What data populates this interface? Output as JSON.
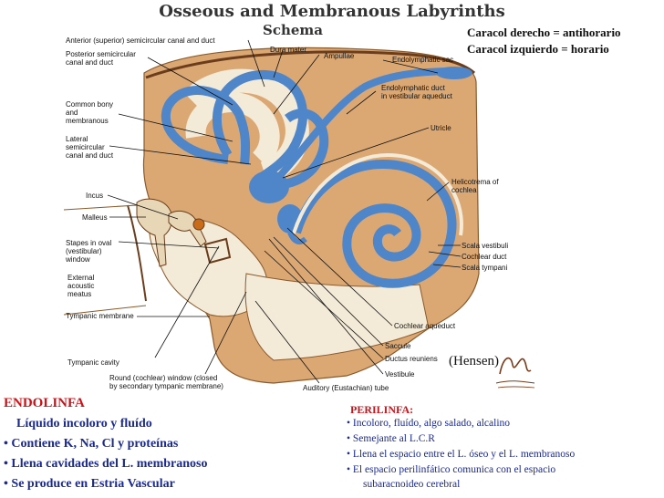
{
  "header": {
    "title": "Osseous and Membranous Labyrinths",
    "subtitle": "Schema"
  },
  "notes": {
    "line1": "Caracol derecho = antihorario",
    "line2": "Caracol izquierdo = horario"
  },
  "labels": {
    "anterior": "Anterior (superior) semicircular canal and duct",
    "posterior": "Posterior semicircular\ncanal and duct",
    "dura": "Dura mater",
    "ampullae": "Ampullae",
    "endolymphatic_sac": "Endolymphatic sac",
    "endolymphatic_duct": "Endolymphatic duct\nin vestibular aqueduct",
    "common_bony": "Common bony\nand\nmembranous",
    "lateral": "Lateral\nsemicircular\ncanal and duct",
    "utricle": "Utricle",
    "helicotrema": "Helicotrema of\ncochlea",
    "incus": "Incus",
    "malleus": "Malleus",
    "stapes": "Stapes in oval\n(vestibular)\nwindow",
    "external": "External\nacoustic\nmeatus",
    "tympanic_membrane": "Tympanic membrane",
    "scala_vestibuli": "Scala vestibuli",
    "cochlear_duct": "Cochlear duct",
    "scala_tympani": "Scala tympani",
    "cochlear_aqueduct": "Cochlear aqueduct",
    "saccule": "Saccule",
    "ductus_reuniens": "Ductus reuniens",
    "vestibule": "Vestibule",
    "tympanic_cavity": "Tympanic cavity",
    "round_window": "Round (cochlear) window (closed\nby secondary tympanic membrane)",
    "auditory_tube": "Auditory (Eustachian) tube",
    "hensen": "(Hensen)"
  },
  "endolinfa": {
    "title": "ENDOLINFA",
    "items": [
      "Líquido incoloro y fluído",
      "• Contiene K, Na, Cl y proteínas",
      "• Llena cavidades del L. membranoso",
      "• Se produce en Estria Vascular"
    ]
  },
  "perilinfa": {
    "title": "PERILINFA:",
    "items": [
      "Incoloro, fluído, algo salado, alcalino",
      "Semejante al L.C.R",
      "Llena el espacio entre el L. óseo y el L. membranoso",
      "El espacio perilinfático comunica con el espacio",
      "subaracnoideo cerebral"
    ]
  },
  "colors": {
    "bone": "#dba874",
    "membrane": "#4f86c9",
    "wall": "#f4ead8",
    "outline": "#6b3d1c",
    "red_title": "#c8141a",
    "text_blue": "#1b2a8f"
  }
}
